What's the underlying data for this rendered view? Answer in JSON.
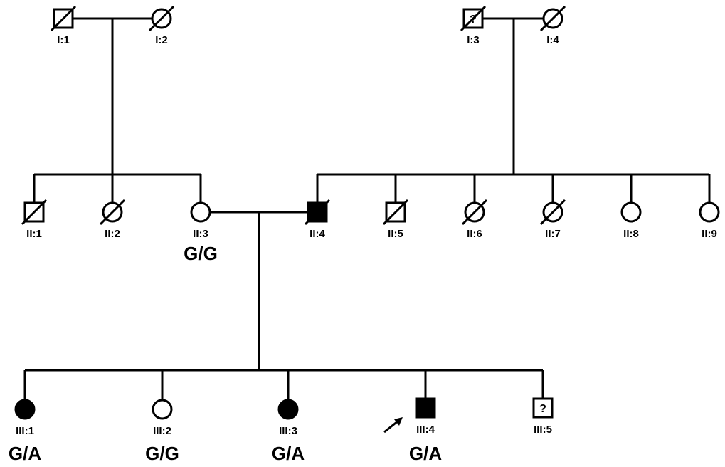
{
  "colors": {
    "line": "#000000",
    "affected": "#000000",
    "unaffected": "#ffffff"
  },
  "individuals": [
    {
      "id": "I:1",
      "sex": "male",
      "affected": false,
      "deceased": true,
      "unknown": false,
      "genotype": ""
    },
    {
      "id": "I:2",
      "sex": "female",
      "affected": false,
      "deceased": true,
      "unknown": false,
      "genotype": ""
    },
    {
      "id": "I:3",
      "sex": "male",
      "affected": false,
      "deceased": true,
      "unknown": true,
      "genotype": ""
    },
    {
      "id": "I:4",
      "sex": "female",
      "affected": false,
      "deceased": true,
      "unknown": false,
      "genotype": ""
    },
    {
      "id": "II:1",
      "sex": "male",
      "affected": false,
      "deceased": true,
      "unknown": false,
      "genotype": ""
    },
    {
      "id": "II:2",
      "sex": "female",
      "affected": false,
      "deceased": true,
      "unknown": false,
      "genotype": ""
    },
    {
      "id": "II:3",
      "sex": "female",
      "affected": false,
      "deceased": false,
      "unknown": false,
      "genotype": "G/G"
    },
    {
      "id": "II:4",
      "sex": "male",
      "affected": true,
      "deceased": true,
      "unknown": false,
      "genotype": ""
    },
    {
      "id": "II:5",
      "sex": "male",
      "affected": false,
      "deceased": true,
      "unknown": false,
      "genotype": ""
    },
    {
      "id": "II:6",
      "sex": "female",
      "affected": false,
      "deceased": true,
      "unknown": false,
      "genotype": ""
    },
    {
      "id": "II:7",
      "sex": "female",
      "affected": false,
      "deceased": true,
      "unknown": false,
      "genotype": ""
    },
    {
      "id": "II:8",
      "sex": "female",
      "affected": false,
      "deceased": false,
      "unknown": false,
      "genotype": ""
    },
    {
      "id": "II:9",
      "sex": "female",
      "affected": false,
      "deceased": false,
      "unknown": false,
      "genotype": ""
    },
    {
      "id": "III:1",
      "sex": "female",
      "affected": true,
      "deceased": false,
      "unknown": false,
      "genotype": "G/A"
    },
    {
      "id": "III:2",
      "sex": "female",
      "affected": false,
      "deceased": false,
      "unknown": false,
      "genotype": "G/G"
    },
    {
      "id": "III:3",
      "sex": "female",
      "affected": true,
      "deceased": false,
      "unknown": false,
      "genotype": "G/A"
    },
    {
      "id": "III:4",
      "sex": "male",
      "affected": true,
      "deceased": false,
      "unknown": false,
      "genotype": "G/A",
      "proband": true
    },
    {
      "id": "III:5",
      "sex": "male",
      "affected": false,
      "deceased": false,
      "unknown": true,
      "genotype": ""
    }
  ],
  "unknown_mark": "?"
}
